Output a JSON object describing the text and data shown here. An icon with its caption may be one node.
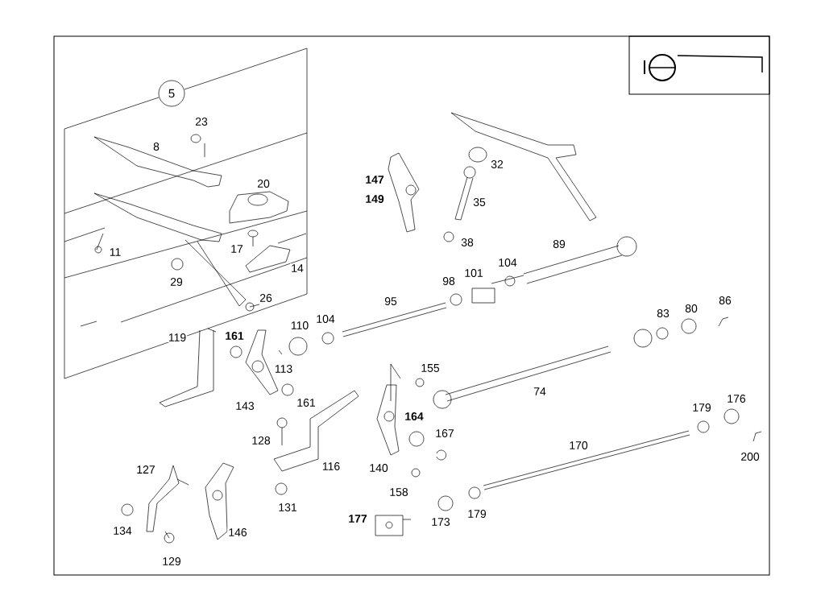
{
  "diagram": {
    "nodes": [
      {
        "text": [
          "5"
        ]
      }
    ],
    "labels": [
      "23",
      "8",
      "20",
      "147",
      "32",
      "149",
      "35",
      "38",
      "17",
      "89",
      "11",
      "104",
      "14",
      "101",
      "29",
      "98",
      "26",
      "95",
      "86",
      "80",
      "104",
      "83",
      "110",
      "119",
      "161",
      "113",
      "155",
      "74",
      "161",
      "143",
      "164",
      "176",
      "179",
      "167",
      "128",
      "170",
      "200",
      "127",
      "116",
      "140",
      "158",
      "131",
      "179",
      "177",
      "173",
      "134",
      "146",
      "129"
    ]
  }
}
